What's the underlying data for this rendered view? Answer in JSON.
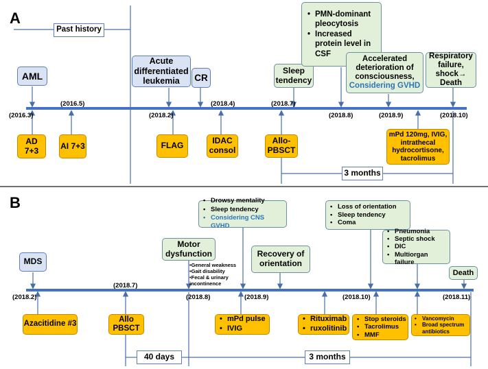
{
  "panelA": {
    "letter": "A",
    "past_history": "Past history",
    "dates": [
      "(2016.3)",
      "(2016.5)",
      "(2018.2)",
      "(2018.4)",
      "(2018.7)",
      "(2018.8)",
      "(2018.9)",
      "(2018.10)"
    ],
    "events": {
      "aml": "AML",
      "acute_leukemia": "Acute differentiated leukemia",
      "cr": "CR",
      "sleep": "Sleep tendency",
      "csf": [
        "PMN-dominant pleocytosis",
        "Increased protein level in CSF"
      ],
      "deterioration": "Accelerated deterioration of consciousness,",
      "deterioration_gvhd": "Considering GVHD",
      "respiratory": "Respiratory failure, shock→ Death"
    },
    "treatments": {
      "ad": "AD 7+3",
      "ai": "AI 7+3",
      "flag": "FLAG",
      "idac": "IDAC consol",
      "allo": "Allo-PBSCT",
      "mpd": "mPd 120mg, IVIG, intrathecal hydrocortisone, tacrolimus"
    },
    "duration": "3 months"
  },
  "panelB": {
    "letter": "B",
    "dates": [
      "(2018.2)",
      "(2018.7)",
      "(2018.8)",
      "(2018.9)",
      "(2018.10)",
      "(2018.11)"
    ],
    "events": {
      "mds": "MDS",
      "motor": "Motor dysfunction",
      "motor_notes": [
        "General weakness",
        "Gait disability",
        "Fecal & urinary incontinence"
      ],
      "drowsy": [
        "Drowsy mentality",
        "Sleep tendency"
      ],
      "drowsy_gvhd": "Considering CNS GVHD",
      "recovery": "Recovery of orientation",
      "loss": [
        "Loss of orientation",
        "Sleep tendency",
        "Coma"
      ],
      "pneumonia": [
        "Pneumonia",
        "Septic shock",
        "DIC",
        "Multiorgan failure"
      ],
      "death": "Death"
    },
    "treatments": {
      "azacitidine": "Azacitidine #3",
      "allo": "Allo PBSCT",
      "mpd": [
        "mPd pulse",
        "IVIG"
      ],
      "rituximab": [
        "Rituximab",
        "ruxolitinib"
      ],
      "stop": [
        "Stop steroids",
        "Tacrolimus",
        "MMF"
      ],
      "vanco": [
        "Vancomycin",
        "Broad spectrum antibiotics"
      ]
    },
    "duration_1": "40 days",
    "duration_2": "3 months"
  },
  "colors": {
    "timeline": "#4472c4",
    "connector": "#4a6fa8",
    "blue_fill": "#dae3f3",
    "green_fill": "#e2f0d9",
    "orange_fill": "#ffc000",
    "gvhd_text": "#2e75b6"
  }
}
